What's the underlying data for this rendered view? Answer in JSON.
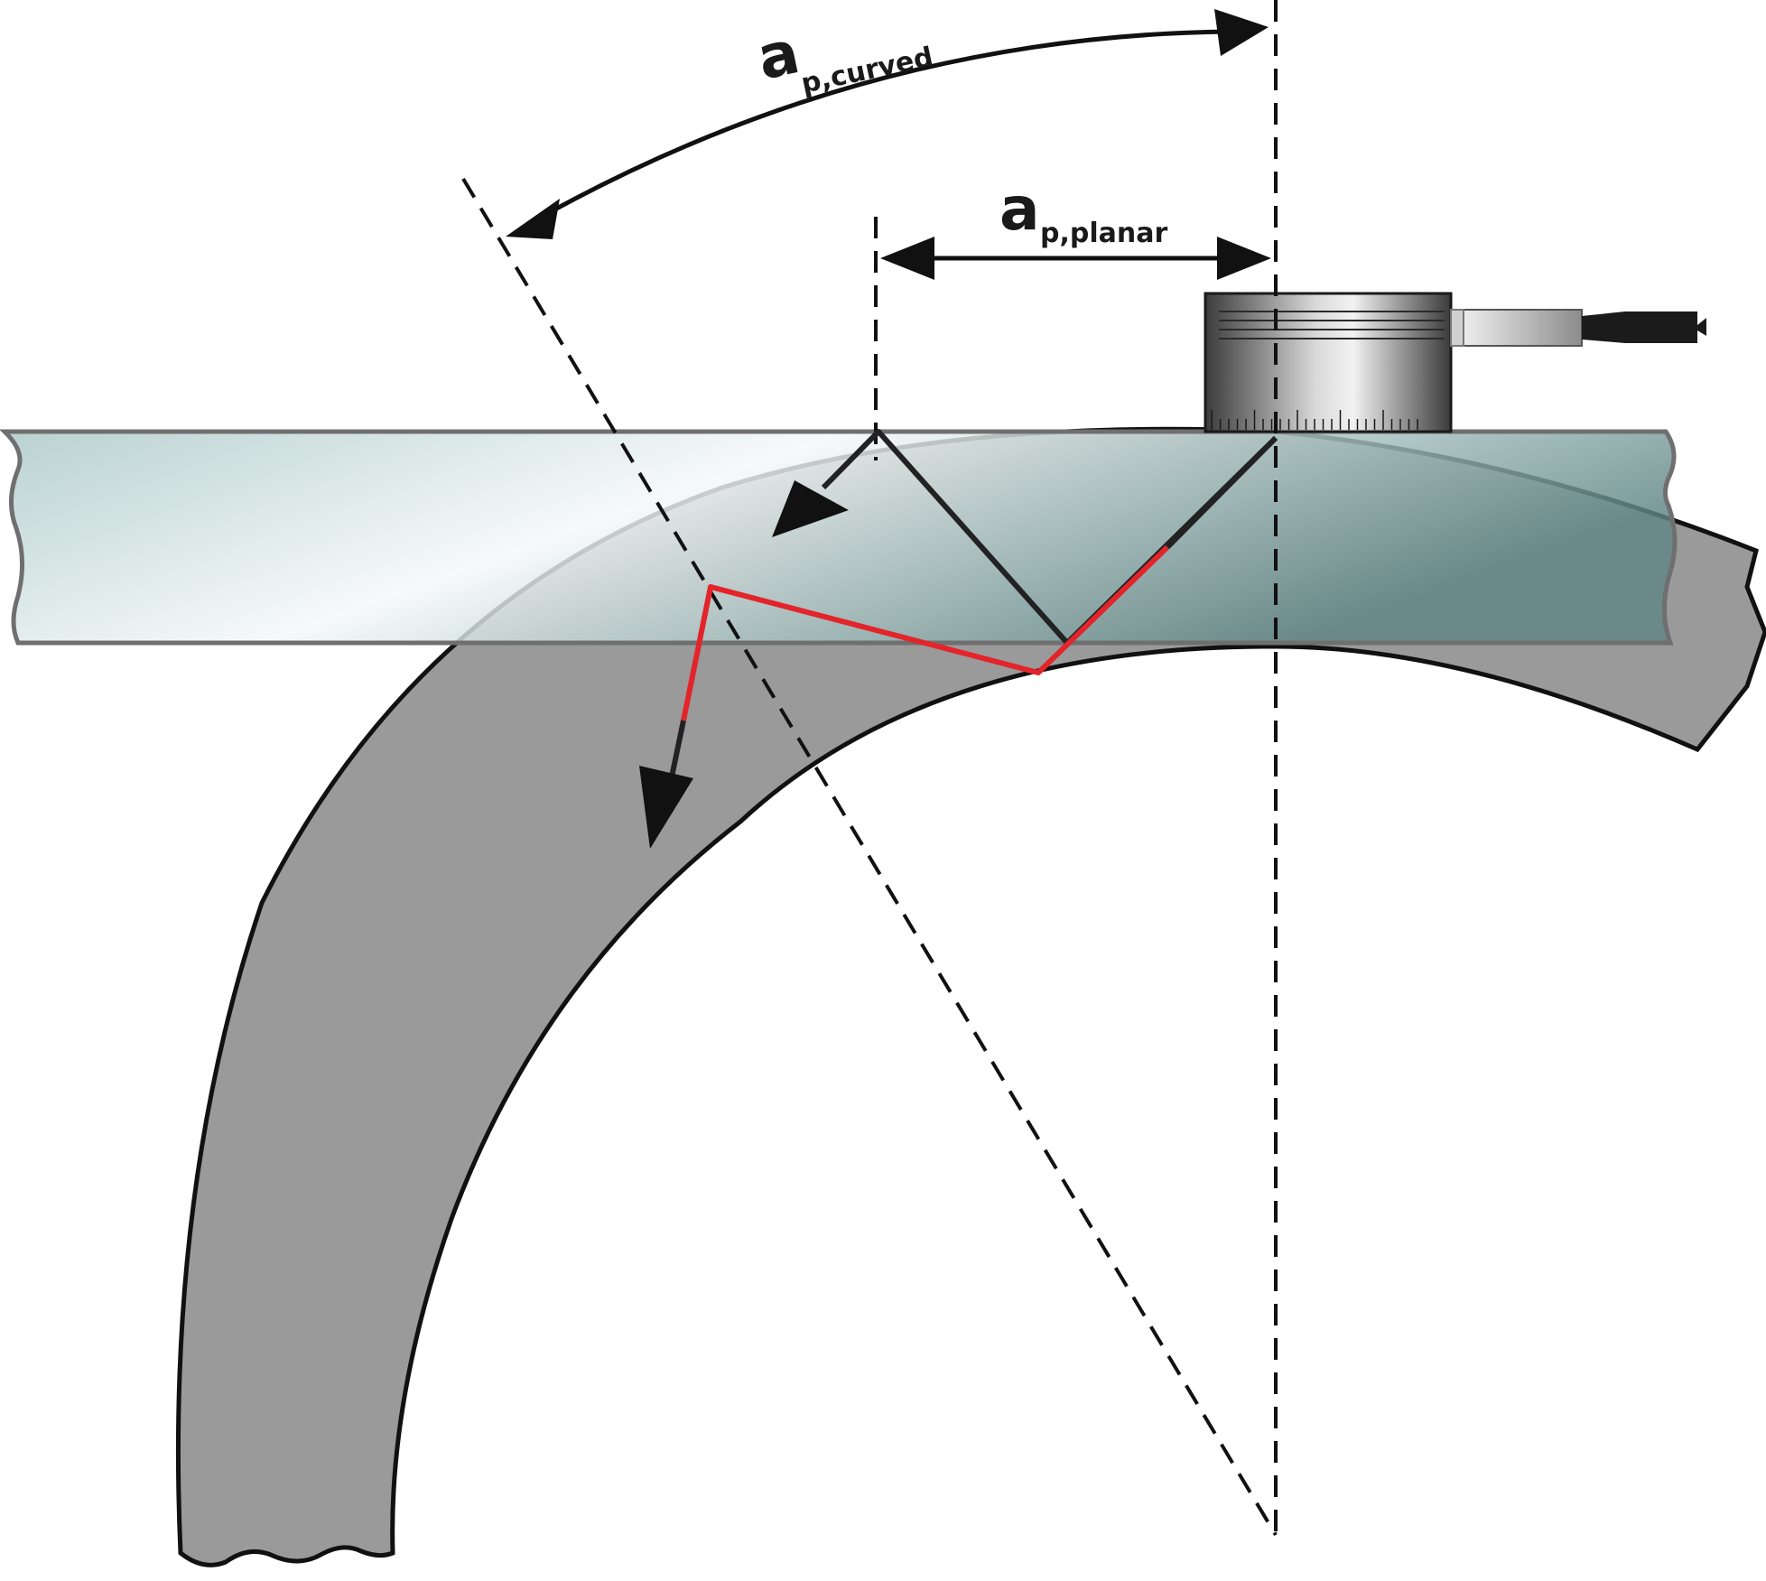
{
  "labels": {
    "curved": {
      "main": "a",
      "sub": "p,curved"
    },
    "planar": {
      "main": "a",
      "sub": "p,planar"
    }
  },
  "colors": {
    "beam_ray": "#e3242b",
    "ray": "#222222",
    "pipe_fill": "#9a9a9a",
    "plate_fill": "#bcd4d3",
    "outline": "#111111"
  }
}
